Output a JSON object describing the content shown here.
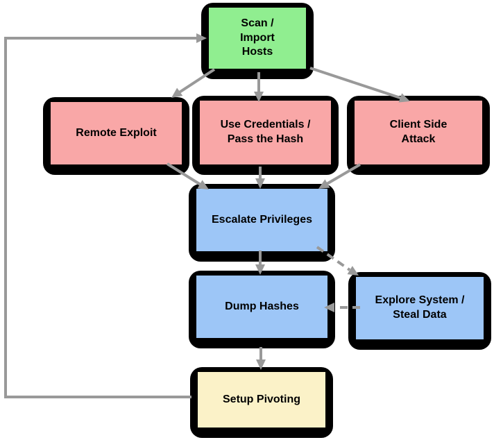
{
  "diagram": {
    "arrow_color": "#999999",
    "border_color": "#000000",
    "background_color": "#ffffff",
    "nodes": [
      {
        "id": "scan",
        "label": "Scan /\nImport\nHosts",
        "color": "#90EE90"
      },
      {
        "id": "remote",
        "label": "Remote Exploit",
        "color": "#F9A7A7"
      },
      {
        "id": "creds",
        "label": "Use Credentials /\nPass the Hash",
        "color": "#F9A7A7"
      },
      {
        "id": "client",
        "label": "Client Side\nAttack",
        "color": "#F9A7A7"
      },
      {
        "id": "escalate",
        "label": "Escalate Privileges",
        "color": "#9DC6F7"
      },
      {
        "id": "dump",
        "label": "Dump Hashes",
        "color": "#9DC6F7"
      },
      {
        "id": "explore",
        "label": "Explore System /\nSteal Data",
        "color": "#9DC6F7"
      },
      {
        "id": "pivot",
        "label": "Setup Pivoting",
        "color": "#FBF2C8"
      }
    ],
    "edges": [
      {
        "from": "scan",
        "to": "remote",
        "style": "solid"
      },
      {
        "from": "scan",
        "to": "creds",
        "style": "solid"
      },
      {
        "from": "scan",
        "to": "client",
        "style": "solid"
      },
      {
        "from": "remote",
        "to": "escalate",
        "style": "solid"
      },
      {
        "from": "creds",
        "to": "escalate",
        "style": "solid"
      },
      {
        "from": "client",
        "to": "escalate",
        "style": "solid"
      },
      {
        "from": "escalate",
        "to": "dump",
        "style": "solid"
      },
      {
        "from": "escalate",
        "to": "explore",
        "style": "dashed"
      },
      {
        "from": "explore",
        "to": "dump",
        "style": "dashed"
      },
      {
        "from": "dump",
        "to": "pivot",
        "style": "solid"
      },
      {
        "from": "pivot",
        "to": "scan",
        "style": "solid"
      }
    ]
  }
}
